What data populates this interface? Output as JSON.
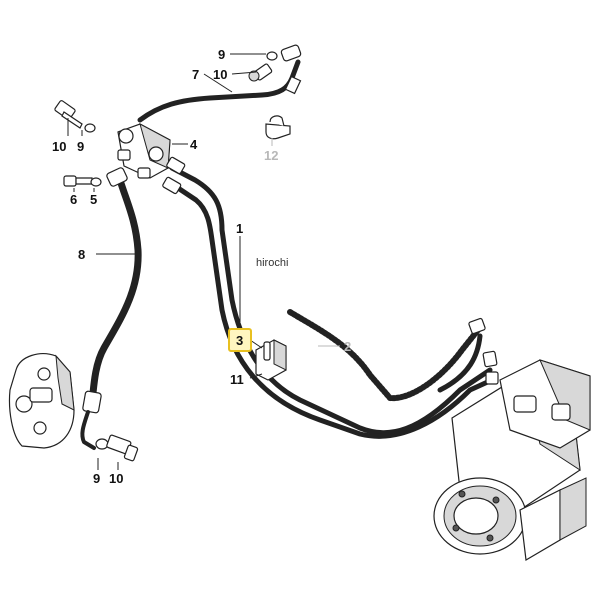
{
  "diagram": {
    "watermark": "hirochi",
    "callouts": [
      {
        "id": "c9a",
        "text": "9"
      },
      {
        "id": "c7",
        "text": "7"
      },
      {
        "id": "c10a",
        "text": "10"
      },
      {
        "id": "c10b",
        "text": "10"
      },
      {
        "id": "c9b",
        "text": "9"
      },
      {
        "id": "c4",
        "text": "4"
      },
      {
        "id": "c12",
        "text": "12"
      },
      {
        "id": "c6",
        "text": "6"
      },
      {
        "id": "c5",
        "text": "5"
      },
      {
        "id": "c1",
        "text": "1"
      },
      {
        "id": "c8",
        "text": "8"
      },
      {
        "id": "c3",
        "text": "3"
      },
      {
        "id": "c2",
        "text": "2"
      },
      {
        "id": "c11",
        "text": "11"
      },
      {
        "id": "c9c",
        "text": "9"
      },
      {
        "id": "c10c",
        "text": "10"
      }
    ],
    "colors": {
      "line": "#222222",
      "highlight_border": "#e8c020",
      "highlight_fill": "#fff6c0",
      "inactive_label": "#b8b8b8"
    }
  }
}
